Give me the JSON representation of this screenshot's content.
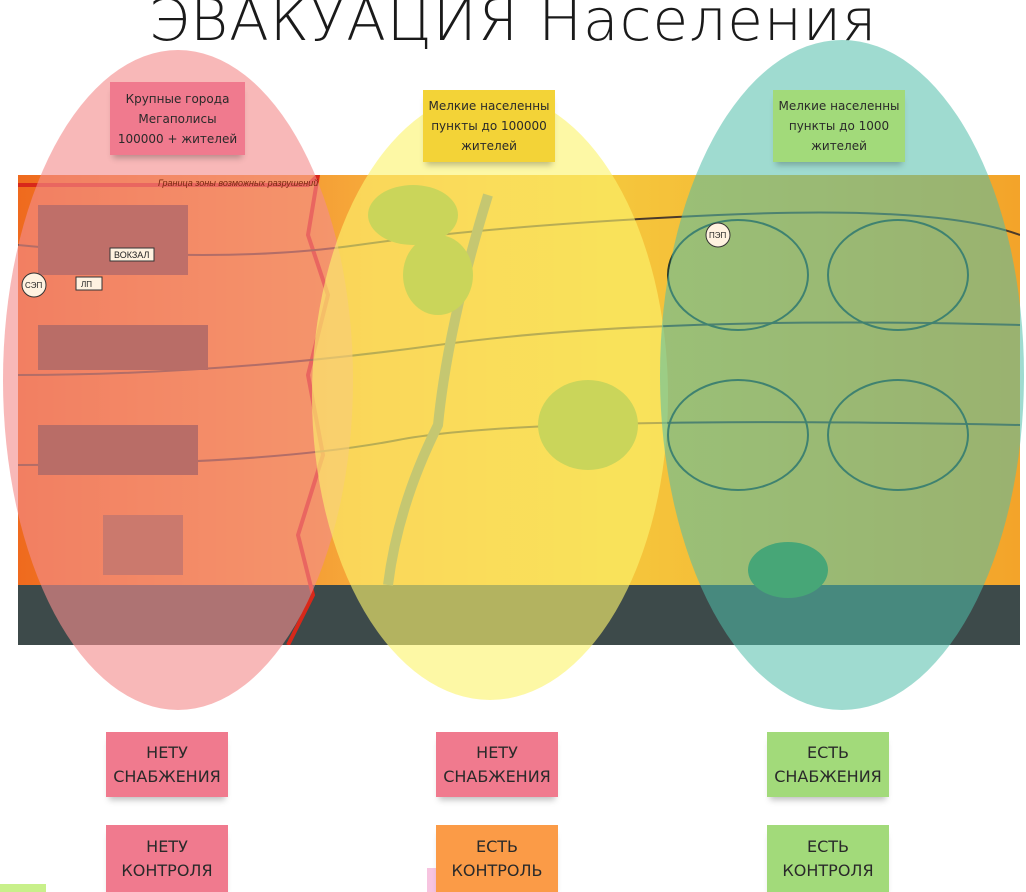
{
  "title": "ЭВАКУАЦИЯ Населения",
  "zones": [
    {
      "label": "Крупные города\nМегаполисы\n100000 + жителей",
      "color": "#f07a8e",
      "ellipse_color": "#f4a0a0",
      "supply": "НЕТУ\nСНАБЖЕНИЯ",
      "supply_color": "#f07a8e",
      "control": "НЕТУ\nКОНТРОЛЯ",
      "control_color": "#f07a8e"
    },
    {
      "label": "Мелкие населенны\nпункты до 100000\nжителей",
      "color": "#f3d337",
      "ellipse_color": "#fbf48a",
      "supply": "НЕТУ\nСНАБЖЕНИЯ",
      "supply_color": "#f07a8e",
      "control": "ЕСТЬ\nКОНТРОЛЬ",
      "control_color": "#fb9b47"
    },
    {
      "label": "Мелкие населенны\nпункты до 1000\nжителей",
      "color": "#a2da7a",
      "ellipse_color": "#74cdbb",
      "supply": "ЕСТЬ\nСНАБЖЕНИЯ",
      "supply_color": "#a2da7a",
      "control": "ЕСТЬ\nКОНТРОЛЯ",
      "control_color": "#a2da7a"
    }
  ],
  "map": {
    "caption": "Граница зоны возможных разрушений",
    "labels": [
      "ВОКЗАЛ",
      "СЭП",
      "ЛП",
      "ПЭП"
    ]
  }
}
